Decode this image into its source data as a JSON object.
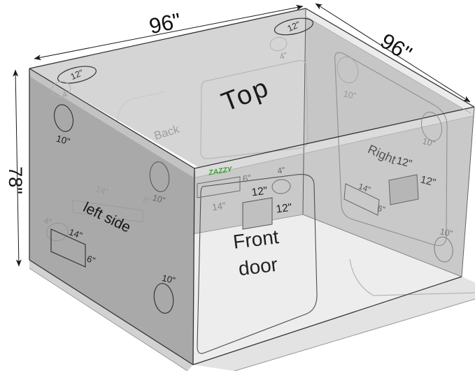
{
  "brand": {
    "name": "ZAZZY",
    "color": "#3fa437"
  },
  "dimensions": {
    "height": "78\"",
    "width": "96\"",
    "depth": "96\""
  },
  "faces": {
    "top": "Top",
    "back": "Back",
    "left": "left side",
    "right": "Right",
    "front_line1": "Front",
    "front_line2": "door"
  },
  "ports": {
    "top_left_duct": "12\"",
    "top_right_duct": "12\"",
    "top_left_small": "4\"",
    "top_right_small": "4\"",
    "left_upper_round": "10\"",
    "left_interior_rect_width": "14\"",
    "left_interior_rect_height": "6\"",
    "left_interior_round": "10\"",
    "left_small": "4\"",
    "left_rect_width": "14\"",
    "left_rect_height": "6\"",
    "left_lower_round": "10\"",
    "front_rect_height": "6\"",
    "front_rect_width": "14\"",
    "front_small_round": "4\"",
    "front_square_w": "12\"",
    "front_square_h": "12\"",
    "right_upper_round": "10\"",
    "right_mid_round": "10\"",
    "right_lower_round": "10\"",
    "right_square_w": "12\"",
    "right_square_h": "12\"",
    "right_rect_width": "14\"",
    "right_rect_height": "6\""
  }
}
